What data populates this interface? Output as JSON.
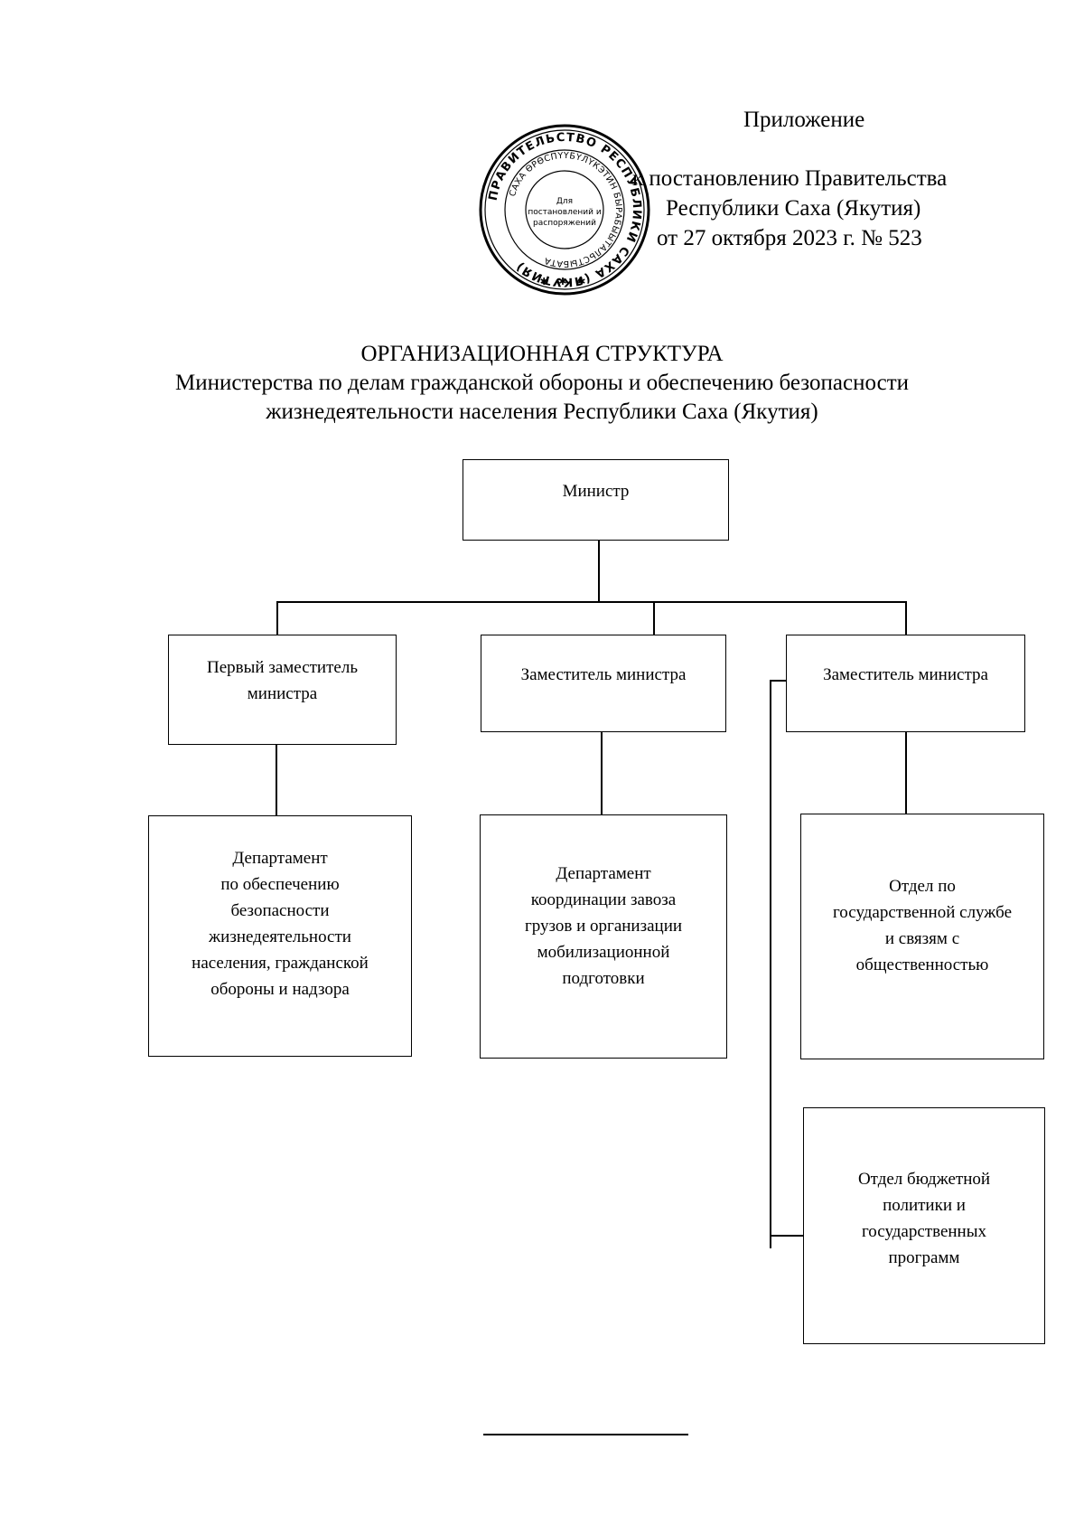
{
  "appendix": {
    "line1": "Приложение",
    "line2": "к постановлению Правительства",
    "line3": "Республики Саха (Якутия)",
    "line4": "от 27 октября 2023 г. № 523"
  },
  "seal": {
    "outer_text": "ПРАВИТЕЛЬСТВО РЕСПУБЛИКИ САХА (ЯКУТИЯ)",
    "inner_text": "САХА ӨРӨСПҮҮБҮЛҮКЭТИН БЫРАБЫЫТАЛЬСТЫБАТА",
    "center_line1": "Для",
    "center_line2": "постановлений и",
    "center_line3": "распоряжений",
    "stars": "✱ ✱ ✱"
  },
  "title": {
    "line1": "ОРГАНИЗАЦИОННАЯ СТРУКТУРА",
    "line2": "Министерства по делам гражданской обороны и обеспечению безопасности",
    "line3": "жизнедеятельности населения Республики Саха (Якутия)"
  },
  "org": {
    "minister": "Министр",
    "first_deputy": {
      "line1": "Первый заместитель",
      "line2": "министра"
    },
    "deputy_center": "Заместитель министра",
    "deputy_right": "Заместитель министра",
    "dept_safety": {
      "line1": "Департамент",
      "line2": "по обеспечению",
      "line3": "безопасности",
      "line4": "жизнедеятельности",
      "line5": "населения, гражданской",
      "line6": "обороны и надзора"
    },
    "dept_cargo": {
      "line1": "Департамент",
      "line2": "координации завоза",
      "line3": "грузов и организации",
      "line4": "мобилизационной",
      "line5": "подготовки"
    },
    "dept_civil_service": {
      "line1": "Отдел по",
      "line2": "государственной службе",
      "line3": "и связям с",
      "line4": "общественностью"
    },
    "dept_budget": {
      "line1": "Отдел бюджетной",
      "line2": "политики и",
      "line3": "государственных",
      "line4": "программ"
    }
  }
}
